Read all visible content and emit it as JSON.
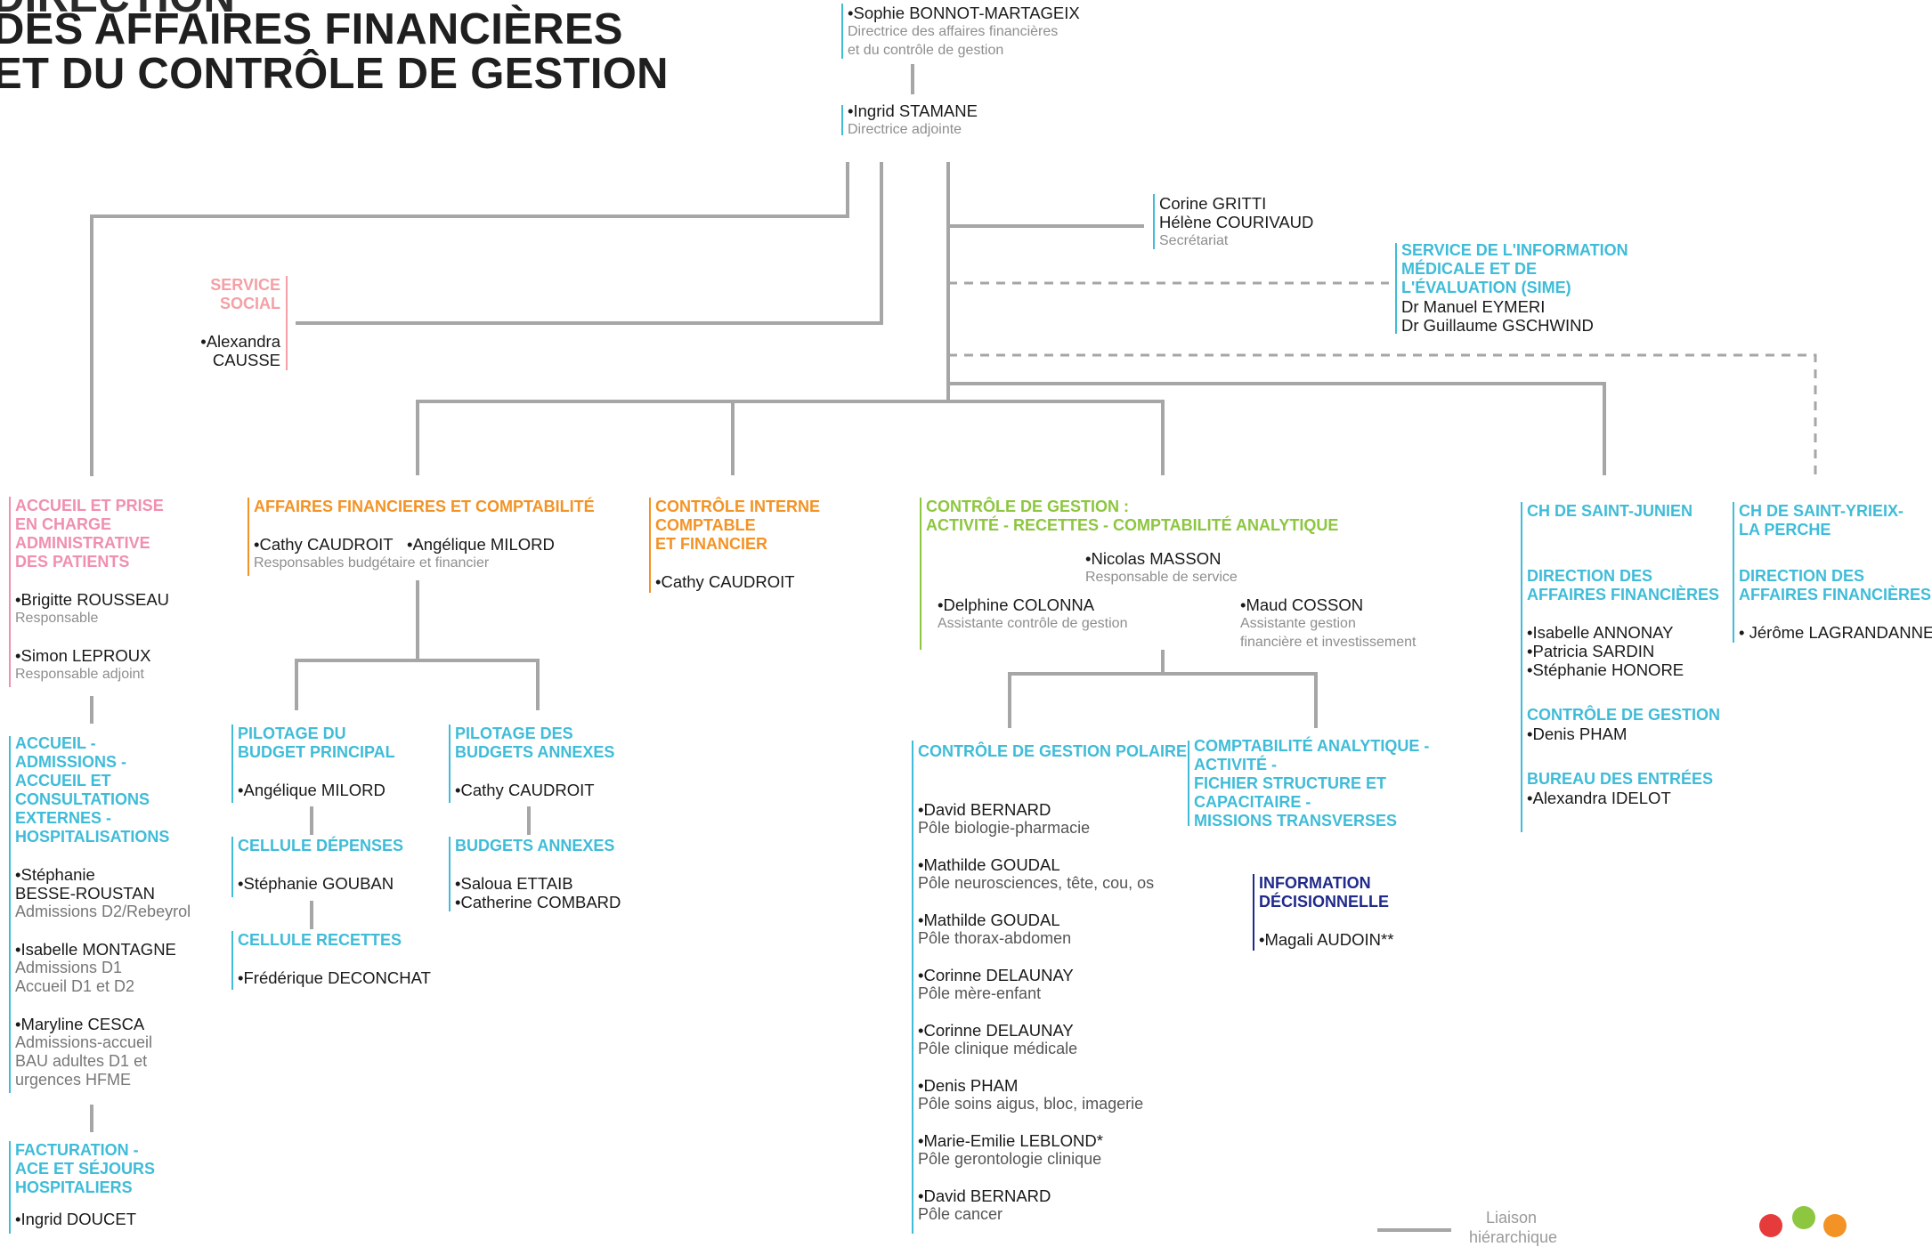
{
  "colors": {
    "line": "#a6a6a6",
    "cyan": "#3fbcd8",
    "orange": "#f39325",
    "pink": "#f08fae",
    "salmon": "#f4a0a6",
    "green": "#8dc63f",
    "navy": "#1f2a8a",
    "grey_text": "#8e8e8e"
  },
  "title": {
    "line1": "DIRECTION",
    "line2": "DES AFFAIRES FINANCIÈRES",
    "line3": "ET DU CONTRÔLE DE GESTION"
  },
  "director": {
    "name": "•Sophie BONNOT-MARTAGEIX",
    "role1": "Directrice des affaires financières",
    "role2": "et du contrôle de gestion"
  },
  "deputy": {
    "name": "•Ingrid STAMANE",
    "role": "Directrice adjointe"
  },
  "secretariat": {
    "name1": "Corine GRITTI",
    "name2": "Hélène COURIVAUD",
    "role": "Secrétariat"
  },
  "sime": {
    "h1": "SERVICE DE L'INFORMATION",
    "h2": "MÉDICALE ET DE",
    "h3": "L'ÉVALUATION (SIME)",
    "name1": "Dr Manuel EYMERI",
    "name2": "Dr Guillaume GSCHWIND"
  },
  "social": {
    "h1": "SERVICE",
    "h2": "SOCIAL",
    "name1": "•Alexandra",
    "name2": "CAUSSE"
  },
  "accueil": {
    "h1": "ACCUEIL ET PRISE",
    "h2": "EN CHARGE",
    "h3": "ADMINISTRATIVE",
    "h4": "DES PATIENTS",
    "p1": "•Brigitte ROUSSEAU",
    "r1": "Responsable",
    "p2": "•Simon LEPROUX",
    "r2": "Responsable adjoint"
  },
  "admissions": {
    "h1": "ACCUEIL -",
    "h2": "ADMISSIONS -",
    "h3": "ACCUEIL ET",
    "h4": "CONSULTATIONS",
    "h5": "EXTERNES -",
    "h6": "HOSPITALISATIONS",
    "p1a": "•Stéphanie",
    "p1b": "BESSE-ROUSTAN",
    "r1": "Admissions D2/Rebeyrol",
    "p2": "•Isabelle MONTAGNE",
    "r2a": "Admissions D1",
    "r2b": "Accueil D1 et D2",
    "p3": "•Maryline CESCA",
    "r3a": "Admissions-accueil",
    "r3b": "BAU adultes D1 et",
    "r3c": "urgences HFME"
  },
  "facturation": {
    "h1": "FACTURATION -",
    "h2": "ACE ET SÉJOURS",
    "h3": "HOSPITALIERS",
    "p1": "•Ingrid DOUCET"
  },
  "affaires_fin": {
    "h1": "AFFAIRES FINANCIERES ET COMPTABILITÉ",
    "p1": "•Cathy CAUDROIT",
    "p2": "•Angélique MILORD",
    "r1": "Responsables budgétaire et financier"
  },
  "pilotage_principal": {
    "h1": "PILOTAGE DU",
    "h2": "BUDGET PRINCIPAL",
    "p1": "•Angélique MILORD"
  },
  "cellule_depenses": {
    "h1": "CELLULE DÉPENSES",
    "p1": "•Stéphanie GOUBAN"
  },
  "cellule_recettes": {
    "h1": "CELLULE RECETTES",
    "p1": "•Frédérique DECONCHAT"
  },
  "pilotage_annexes": {
    "h1": "PILOTAGE DES",
    "h2": "BUDGETS ANNEXES",
    "p1": "•Cathy CAUDROIT"
  },
  "budgets_annexes": {
    "h1": "BUDGETS ANNEXES",
    "p1": "•Saloua ETTAIB",
    "p2": "•Catherine COMBARD"
  },
  "controle_interne": {
    "h1": "CONTRÔLE INTERNE",
    "h2": "COMPTABLE",
    "h3": "ET FINANCIER",
    "p1": "•Cathy CAUDROIT"
  },
  "controle_gestion": {
    "h1": "CONTRÔLE DE GESTION :",
    "h2": "ACTIVITÉ - RECETTES - COMPTABILITÉ ANALYTIQUE",
    "p1": "•Nicolas MASSON",
    "r1": "Responsable de service",
    "p2": "•Delphine COLONNA",
    "r2": "Assistante contrôle de gestion",
    "p3": "•Maud COSSON",
    "r3a": "Assistante gestion",
    "r3b": "financière et investissement"
  },
  "polaire": {
    "h1": "CONTRÔLE DE GESTION POLAIRE",
    "items": [
      {
        "name": "•David BERNARD",
        "pole": "Pôle biologie-pharmacie"
      },
      {
        "name": "•Mathilde GOUDAL",
        "pole": "Pôle neurosciences, tête, cou, os"
      },
      {
        "name": "•Mathilde GOUDAL",
        "pole": "Pôle thorax-abdomen"
      },
      {
        "name": "•Corinne DELAUNAY",
        "pole": "Pôle mère-enfant"
      },
      {
        "name": "•Corinne DELAUNAY",
        "pole": "Pôle clinique médicale"
      },
      {
        "name": "•Denis PHAM",
        "pole": "Pôle soins aigus, bloc, imagerie"
      },
      {
        "name": "•Marie-Emilie LEBLOND*",
        "pole": "Pôle gerontologie clinique"
      },
      {
        "name": "•David BERNARD",
        "pole": "Pôle cancer"
      }
    ]
  },
  "compta_analytique": {
    "h1": "COMPTABILITÉ ANALYTIQUE -",
    "h2": "ACTIVITÉ -",
    "h3": "FICHIER STRUCTURE  ET",
    "h4": "CAPACITAIRE -",
    "h5": "MISSIONS TRANSVERSES"
  },
  "info_decision": {
    "h1": "INFORMATION",
    "h2": "DÉCISIONNELLE",
    "p1": "•Magali AUDOIN**"
  },
  "saint_junien": {
    "h1": "CH DE SAINT-JUNIEN",
    "d1": "DIRECTION DES",
    "d2": "AFFAIRES FINANCIÈRES",
    "p1": "•Isabelle ANNONAY",
    "p2": "•Patricia SARDIN",
    "p3": "•Stéphanie HONORE",
    "c1": "CONTRÔLE DE GESTION",
    "cp": "•Denis PHAM",
    "b1": "BUREAU DES ENTRÉES",
    "bp": "•Alexandra IDELOT"
  },
  "saint_yrieix": {
    "h1": "CH DE SAINT-YRIEIX-",
    "h2": "LA PERCHE",
    "d1": "DIRECTION DES",
    "d2": "AFFAIRES FINANCIÈRES",
    "p1": "• Jérôme LAGRANDANNE"
  },
  "legend": {
    "l1": "Liaison",
    "l2": "hiérarchique"
  }
}
